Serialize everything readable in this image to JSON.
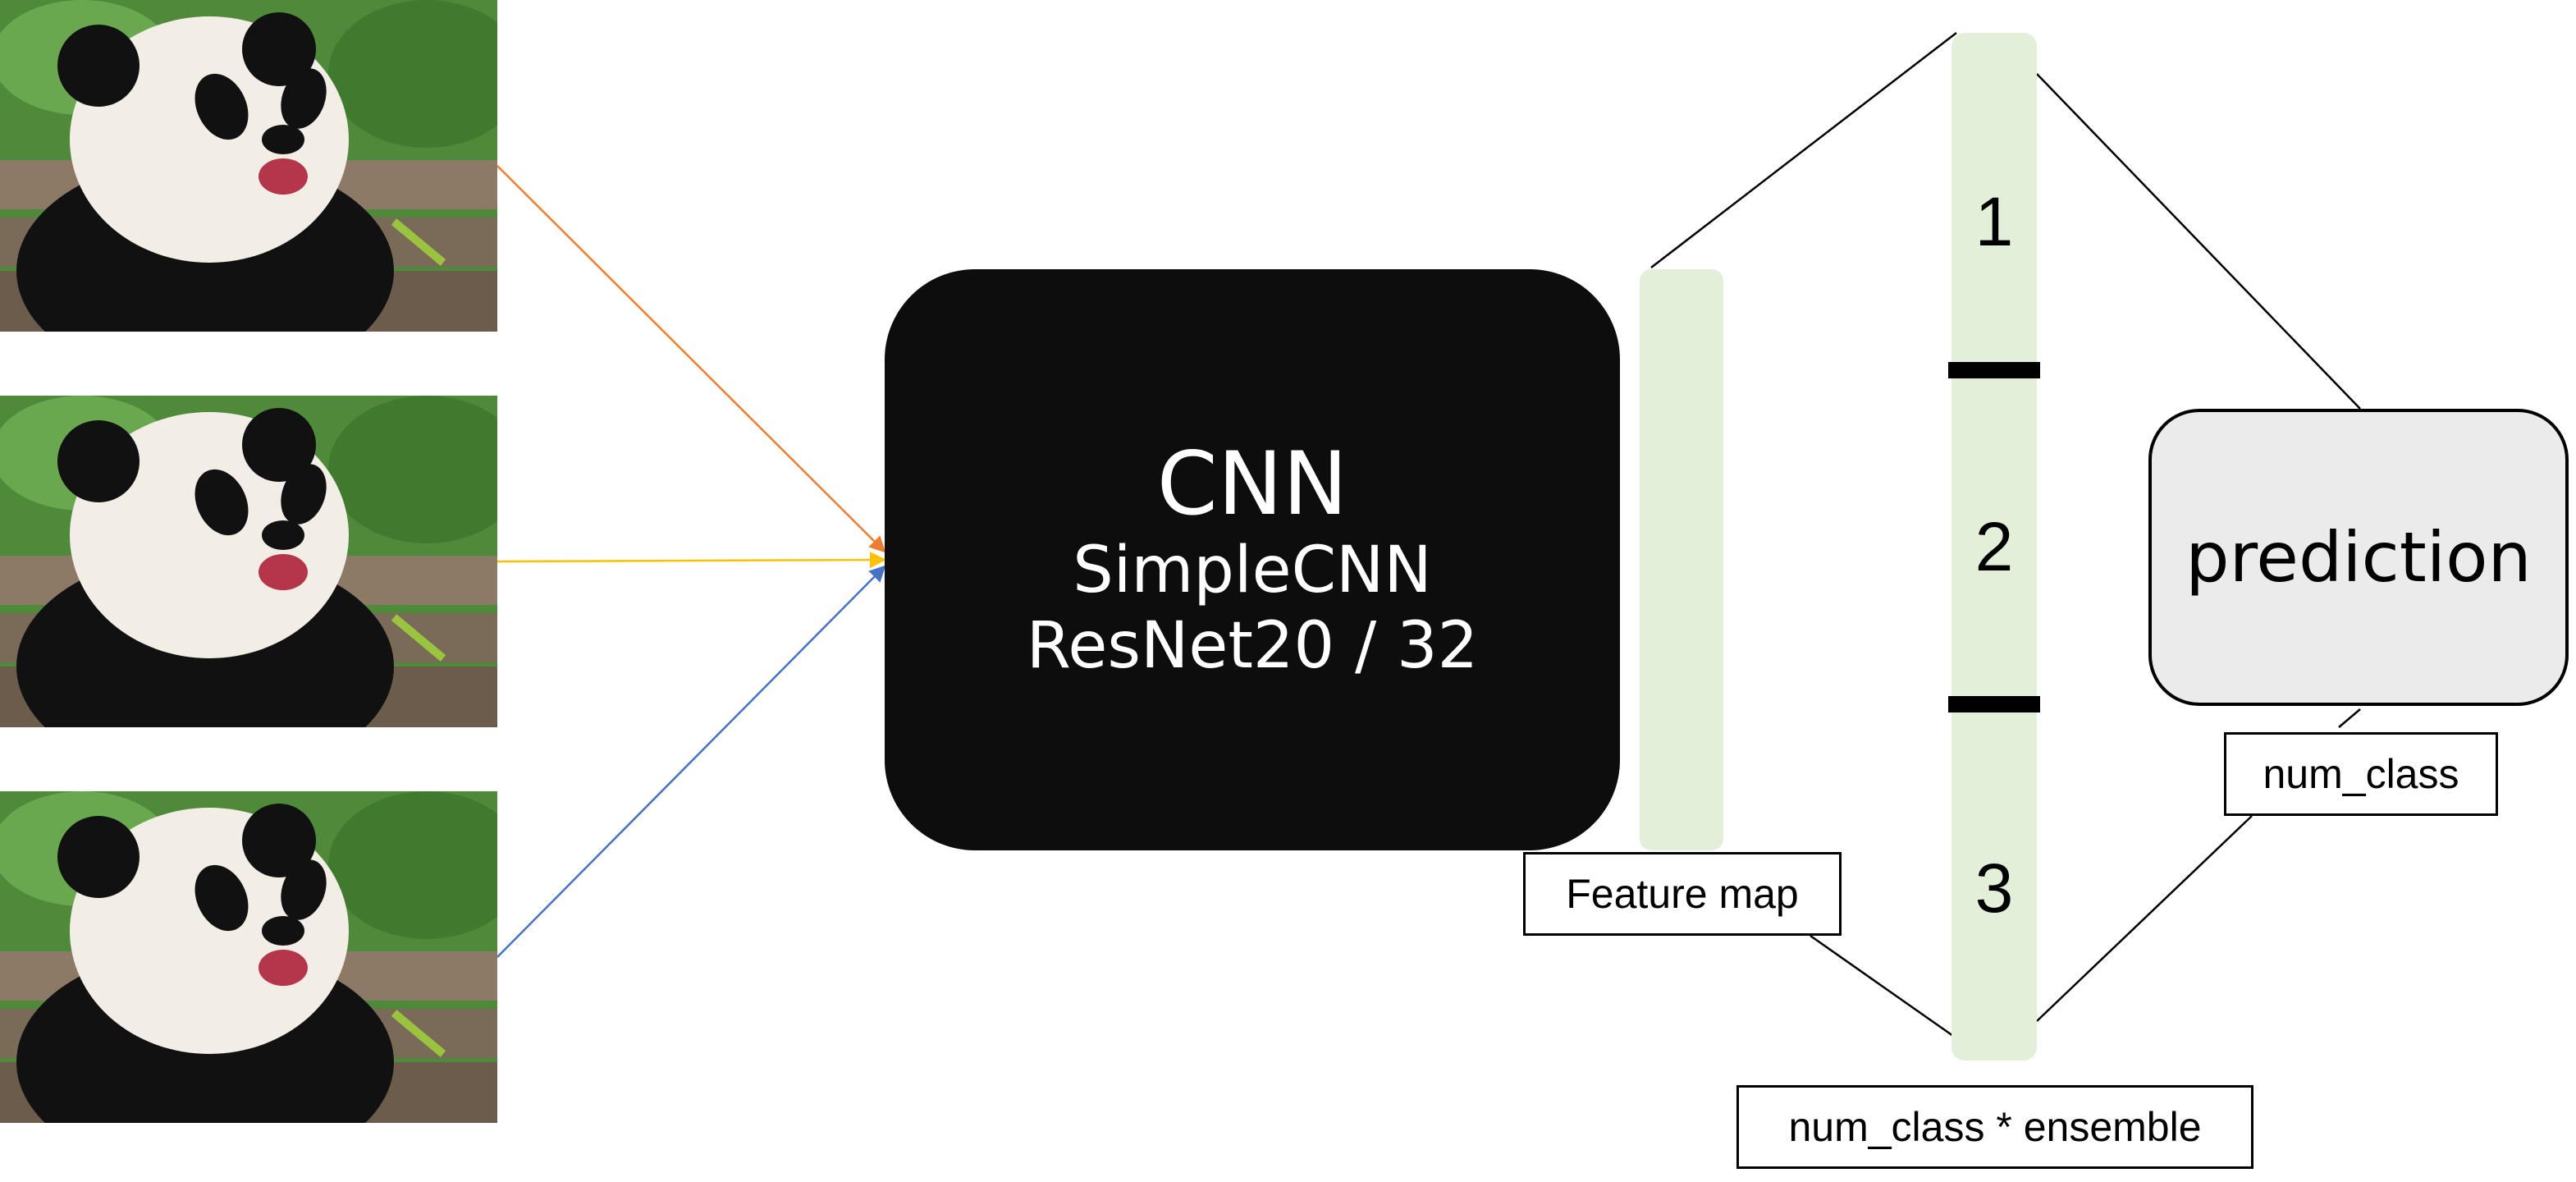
{
  "cnn_block": {
    "title": "CNN",
    "model_1": "SimpleCNN",
    "model_2": "ResNet20 / 32"
  },
  "feature_map_label": "Feature map",
  "ensemble_segments": [
    "1",
    "2",
    "3"
  ],
  "ensemble_label": "num_class * ensemble",
  "prediction_label": "prediction",
  "num_class_label": "num_class",
  "input_images": [
    {
      "subject": "panda",
      "arrow_color": "#ed7d31"
    },
    {
      "subject": "panda",
      "arrow_color": "#ffc000"
    },
    {
      "subject": "panda",
      "arrow_color": "#4472c4"
    }
  ],
  "colors": {
    "cnn_block": "#0d0d0d",
    "vector_fill": "#e2f0d9",
    "prediction_fill": "#ebebeb",
    "arrow_orange": "#ed7d31",
    "arrow_yellow": "#ffc000",
    "arrow_blue": "#4472c4"
  }
}
